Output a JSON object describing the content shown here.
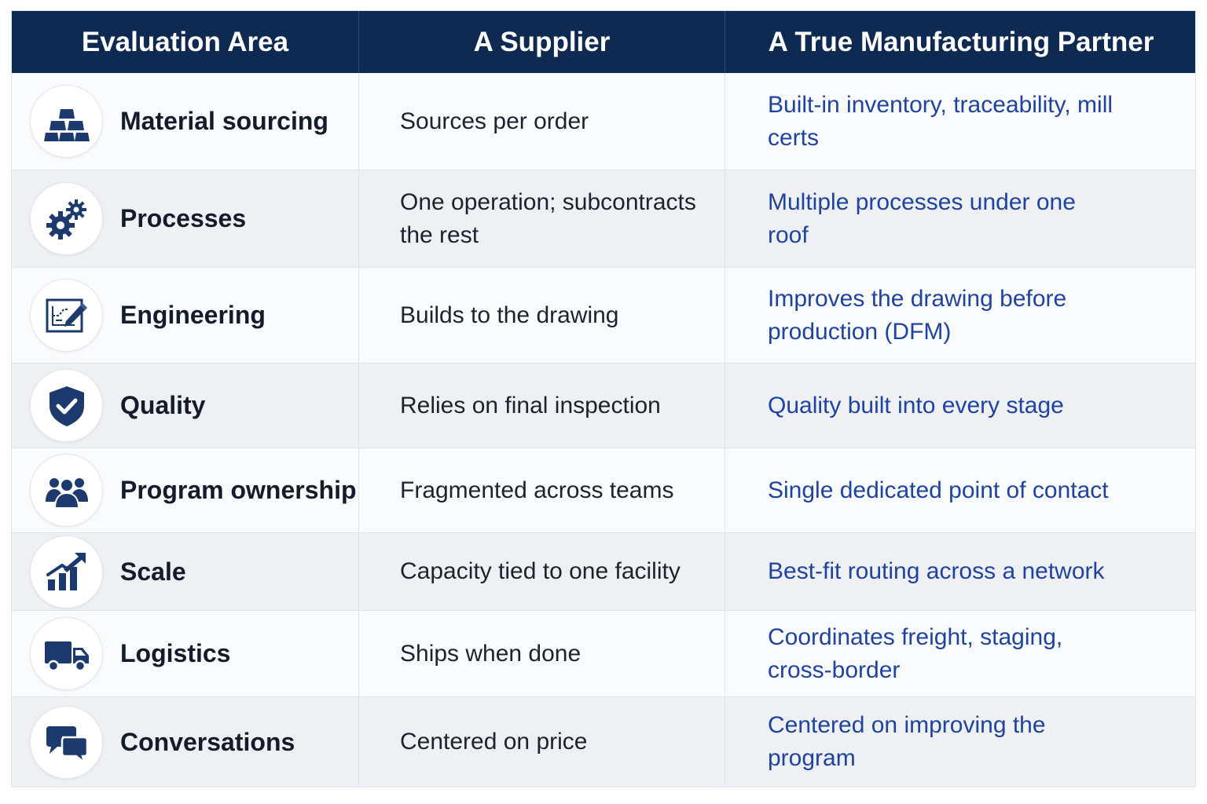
{
  "header": {
    "col1": "Evaluation Area",
    "col2": "A Supplier",
    "col3": "A True Manufacturing Partner"
  },
  "colors": {
    "header_bg": "#0f2a52",
    "icon": "#1c3a6e",
    "partner_text": "#1e43a0"
  },
  "rows": [
    {
      "icon": "gold-bars-icon",
      "area": "Material sourcing",
      "supplier": "Sources per order",
      "partner": "Built-in inventory, traceability, mill certs"
    },
    {
      "icon": "gears-icon",
      "area": "Processes",
      "supplier": "One operation; subcontracts the rest",
      "partner": "Multiple processes under one roof"
    },
    {
      "icon": "blueprint-pencil-icon",
      "area": "Engineering",
      "supplier": "Builds to the drawing",
      "partner": "Improves the drawing before production (DFM)"
    },
    {
      "icon": "shield-check-icon",
      "area": "Quality",
      "supplier": "Relies on final inspection",
      "partner": "Quality built into every stage"
    },
    {
      "icon": "people-group-icon",
      "area": "Program ownership",
      "supplier": "Fragmented across teams",
      "partner": "Single dedicated point of contact"
    },
    {
      "icon": "growth-chart-icon",
      "area": "Scale",
      "supplier": "Capacity tied to one facility",
      "partner": "Best-fit routing across a network"
    },
    {
      "icon": "truck-icon",
      "area": "Logistics",
      "supplier": "Ships when done",
      "partner": "Coordinates freight, staging, cross-border"
    },
    {
      "icon": "chat-bubbles-icon",
      "area": "Conversations",
      "supplier": "Centered on price",
      "partner": "Centered on improving the program"
    }
  ]
}
